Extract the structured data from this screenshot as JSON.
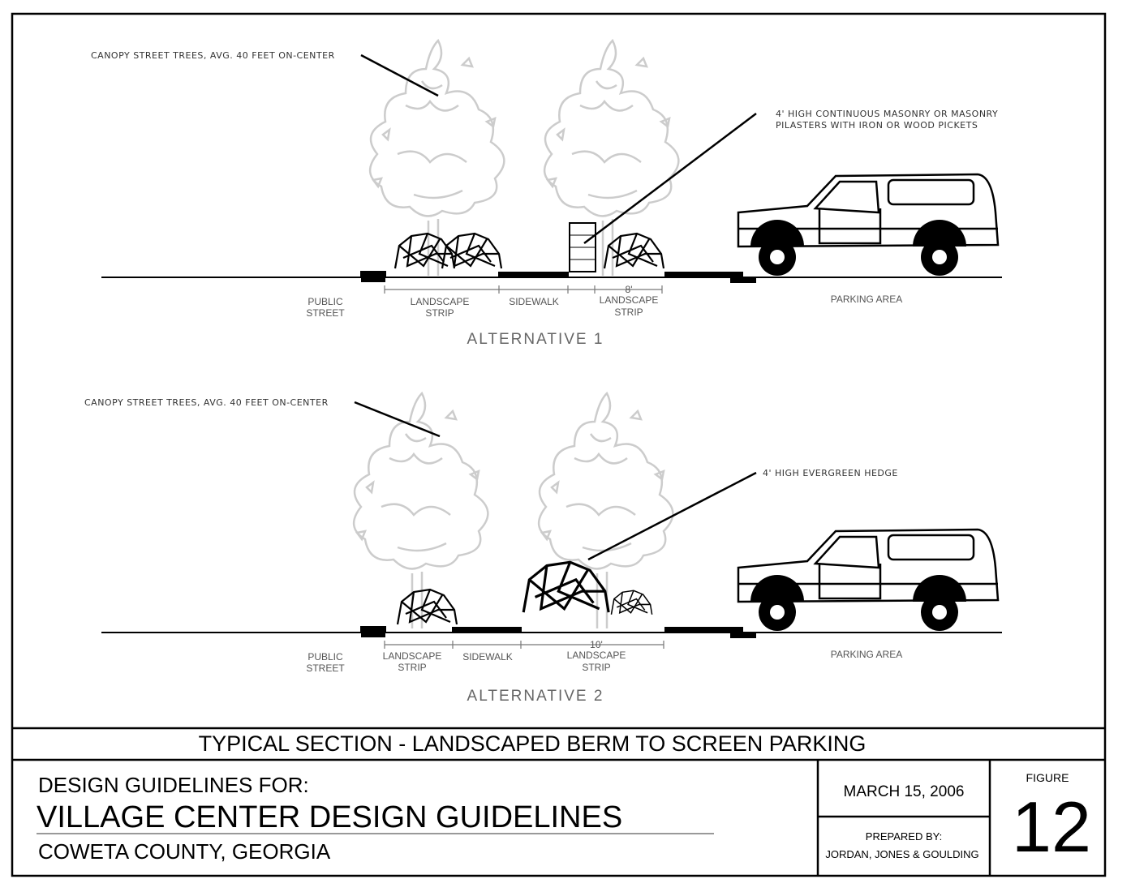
{
  "alternative_1": {
    "tree_note": "CANOPY STREET TREES, AVG. 40 FEET ON-CENTER",
    "wall_note_line1": "4' HIGH CONTINUOUS MASONRY OR MASONRY",
    "wall_note_line2": "PILASTERS WITH IRON OR WOOD PICKETS",
    "public_street": [
      "PUBLIC",
      "STREET"
    ],
    "landscape_strip": [
      "LANDSCAPE",
      "STRIP"
    ],
    "sidewalk": "SIDEWALK",
    "dimension": "8'",
    "landscape_strip_2": [
      "LANDSCAPE",
      "STRIP"
    ],
    "parking": "PARKING AREA",
    "title": "ALTERNATIVE 1"
  },
  "alternative_2": {
    "tree_note": "CANOPY STREET TREES, AVG. 40 FEET ON-CENTER",
    "hedge_note": "4' HIGH EVERGREEN HEDGE",
    "public_street": [
      "PUBLIC",
      "STREET"
    ],
    "landscape_strip": [
      "LANDSCAPE",
      "STRIP"
    ],
    "sidewalk": "SIDEWALK",
    "dimension": "10'",
    "landscape_strip_2": [
      "LANDSCAPE",
      "STRIP"
    ],
    "parking": "PARKING AREA",
    "title": "ALTERNATIVE 2"
  },
  "title_block": {
    "section_title": "TYPICAL SECTION - LANDSCAPED BERM TO SCREEN PARKING",
    "design_for": "DESIGN GUIDELINES FOR:",
    "project": "VILLAGE CENTER DESIGN GUIDELINES",
    "location": "COWETA COUNTY, GEORGIA",
    "date": "MARCH 15, 2006",
    "prepared_by_label": "PREPARED BY:",
    "prepared_by": "JORDAN, JONES & GOULDING",
    "figure_label": "FIGURE",
    "figure_number": "12"
  }
}
